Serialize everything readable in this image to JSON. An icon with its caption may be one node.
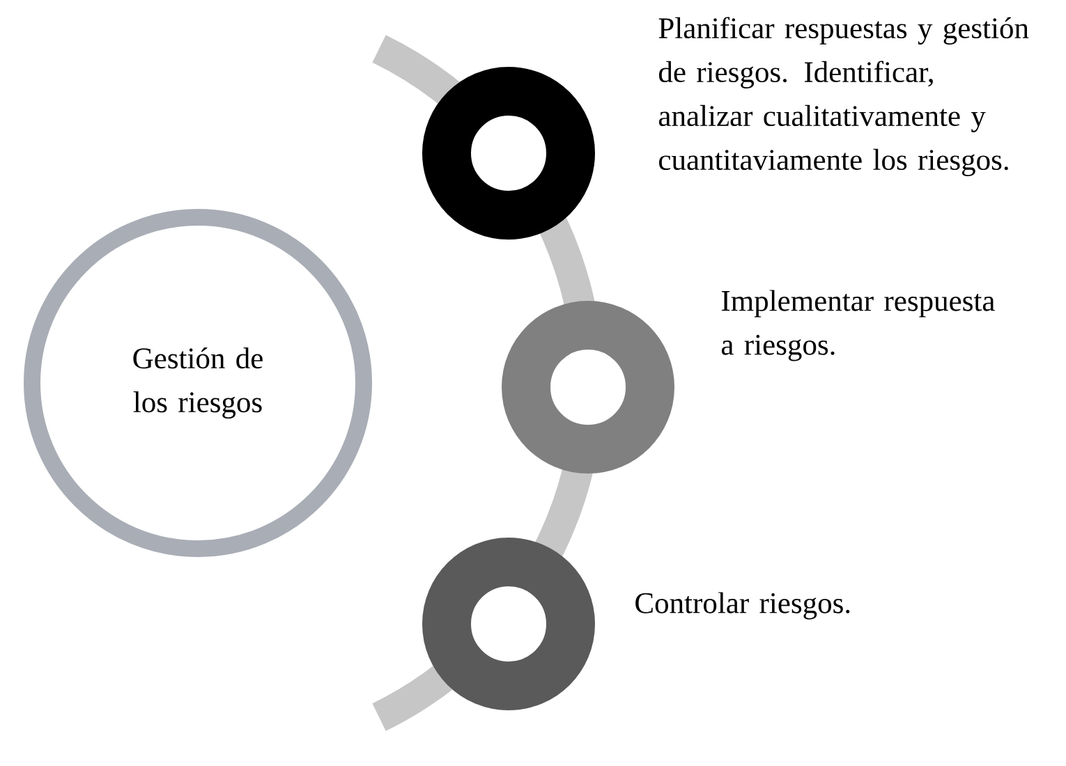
{
  "diagram": {
    "nodes": [
      {
        "text": [
          "Gestión de los riesgos"
        ]
      },
      {
        "text": [],
        "shape": "circle",
        "beside": [
          "Planificar respuestas y gestión de riesgos. Identificar, analizar cualitativamente y cuantitaviamente los riesgos."
        ]
      },
      {
        "text": [],
        "shape": "circle",
        "beside": [
          "Implementar respuesta a riesgos."
        ]
      },
      {
        "text": [],
        "shape": "circle",
        "beside": [
          "Controlar riesgos."
        ]
      }
    ]
  }
}
